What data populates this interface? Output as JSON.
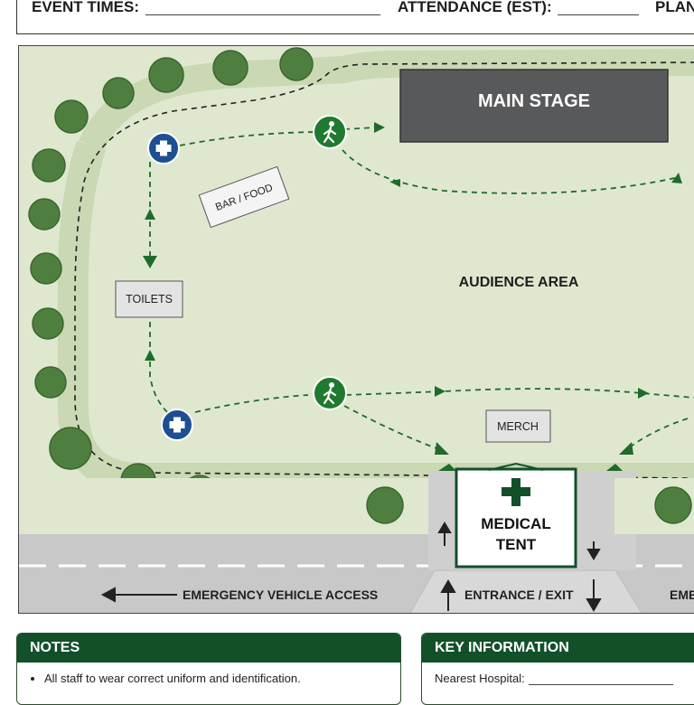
{
  "header": {
    "event_times_label": "EVENT TIMES:",
    "attendance_label": "ATTENDANCE (EST):",
    "plan_label_partial": "PLAN"
  },
  "map": {
    "main_stage": "MAIN STAGE",
    "audience_area": "AUDIENCE AREA",
    "bar_food": "BAR / FOOD",
    "toilets": "TOILETS",
    "merch": "MERCH",
    "medical_tent_line1": "MEDICAL",
    "medical_tent_line2": "TENT",
    "emergency_access": "EMERGENCY VEHICLE ACCESS",
    "emergency_access_partial": "EME",
    "entrance_exit": "ENTRANCE / EXIT",
    "icons": [
      "first-aid-icon",
      "pedestrian-icon",
      "medical-cross-icon",
      "tree-icon",
      "arrow-icon"
    ],
    "colors": {
      "grass": "#dfe8cf",
      "path": "#cbd9b4",
      "stage": "#58595b",
      "route": "#1f6b2c",
      "first_aid": "#1d4f93",
      "medical": "#12502a",
      "road": "#c9c9c9"
    }
  },
  "notes": {
    "title": "NOTES",
    "items": [
      "All staff to wear correct uniform and identification."
    ]
  },
  "key_info": {
    "title": "KEY INFORMATION",
    "nearest_hospital_label": "Nearest Hospital:"
  }
}
